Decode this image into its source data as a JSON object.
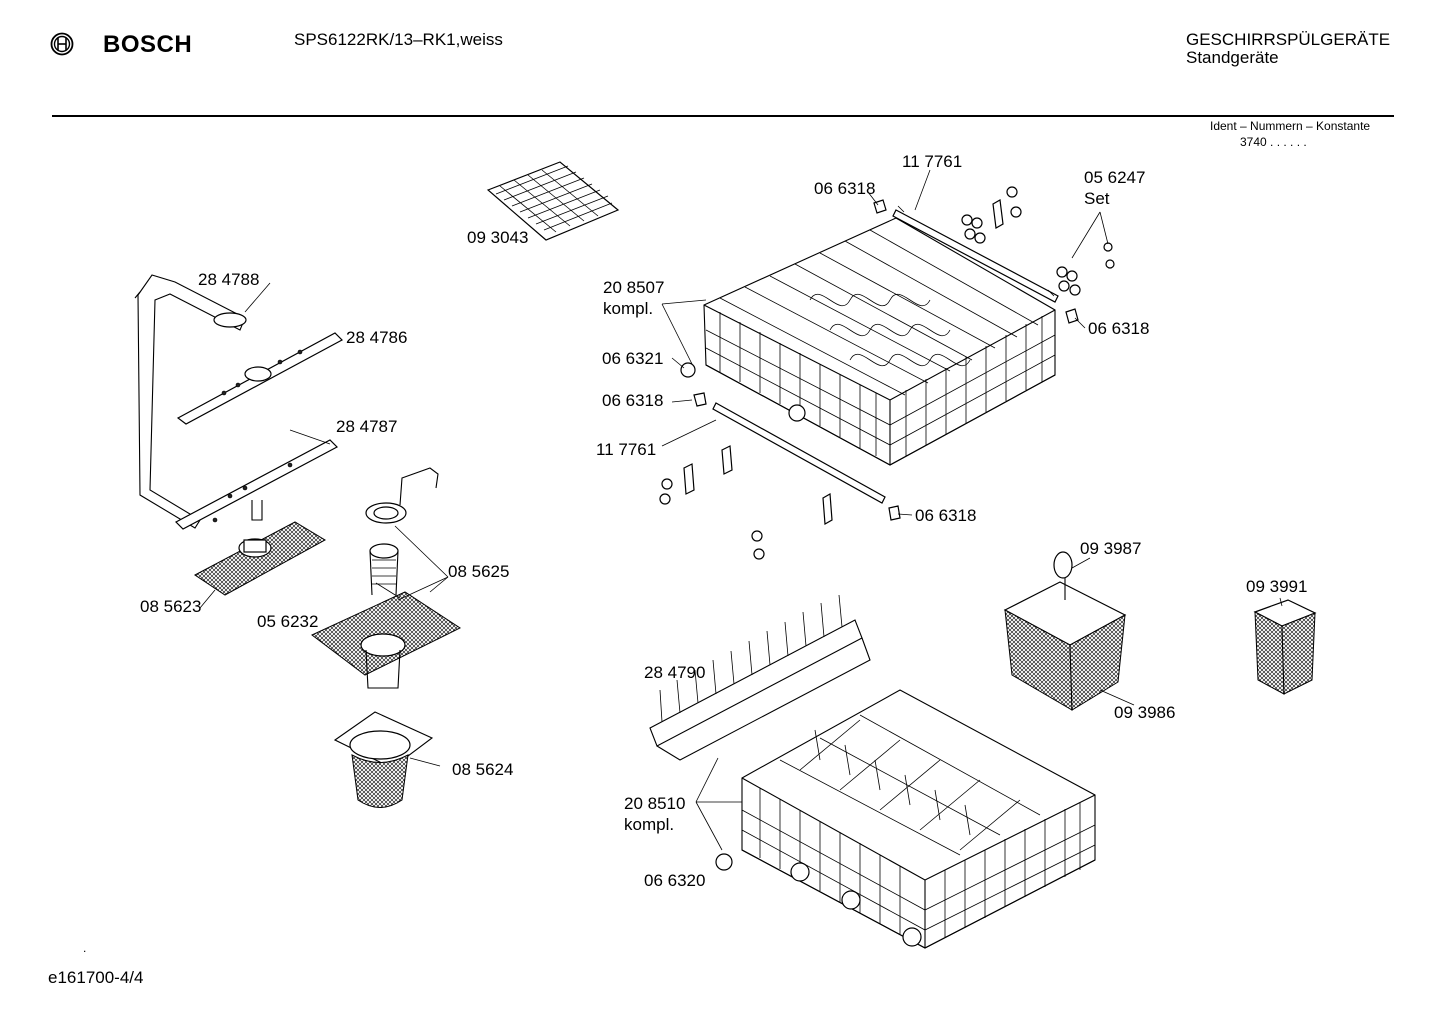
{
  "header": {
    "brand": "BOSCH",
    "model": "SPS6122RK/13–RK1,weiss",
    "category": "GESCHIRRSPÜLGERÄTE",
    "subcategory": "Standgeräte",
    "ident_label": "Ident – Nummern – Konstante",
    "ident_value": "3740 .  .  .  .  .  ."
  },
  "parts": {
    "p093043": "09 3043",
    "p117761_top": "11 7761",
    "p066318_a": "06 6318",
    "p056247": "05 6247",
    "p056247_set": "Set",
    "p208507": "20 8507",
    "p208507_kompl": "kompl.",
    "p066318_b": "06 6318",
    "p066321": "06 6321",
    "p066318_c": "06 6318",
    "p117761_bot": "11 7761",
    "p066318_d": "06 6318",
    "p284788": "28 4788",
    "p284786": "28 4786",
    "p284787": "28 4787",
    "p085625": "08 5625",
    "p085623": "08 5623",
    "p056232": "05 6232",
    "p085624": "08 5624",
    "p093987": "09 3987",
    "p093991": "09 3991",
    "p093986": "09 3986",
    "p284790": "28 4790",
    "p208510": "20 8510",
    "p208510_kompl": "kompl.",
    "p066320": "06 6320"
  },
  "footer": {
    "dot": ".",
    "doc_id": "e161700-4/4"
  },
  "icons": [
    "bosch-logo-icon"
  ]
}
